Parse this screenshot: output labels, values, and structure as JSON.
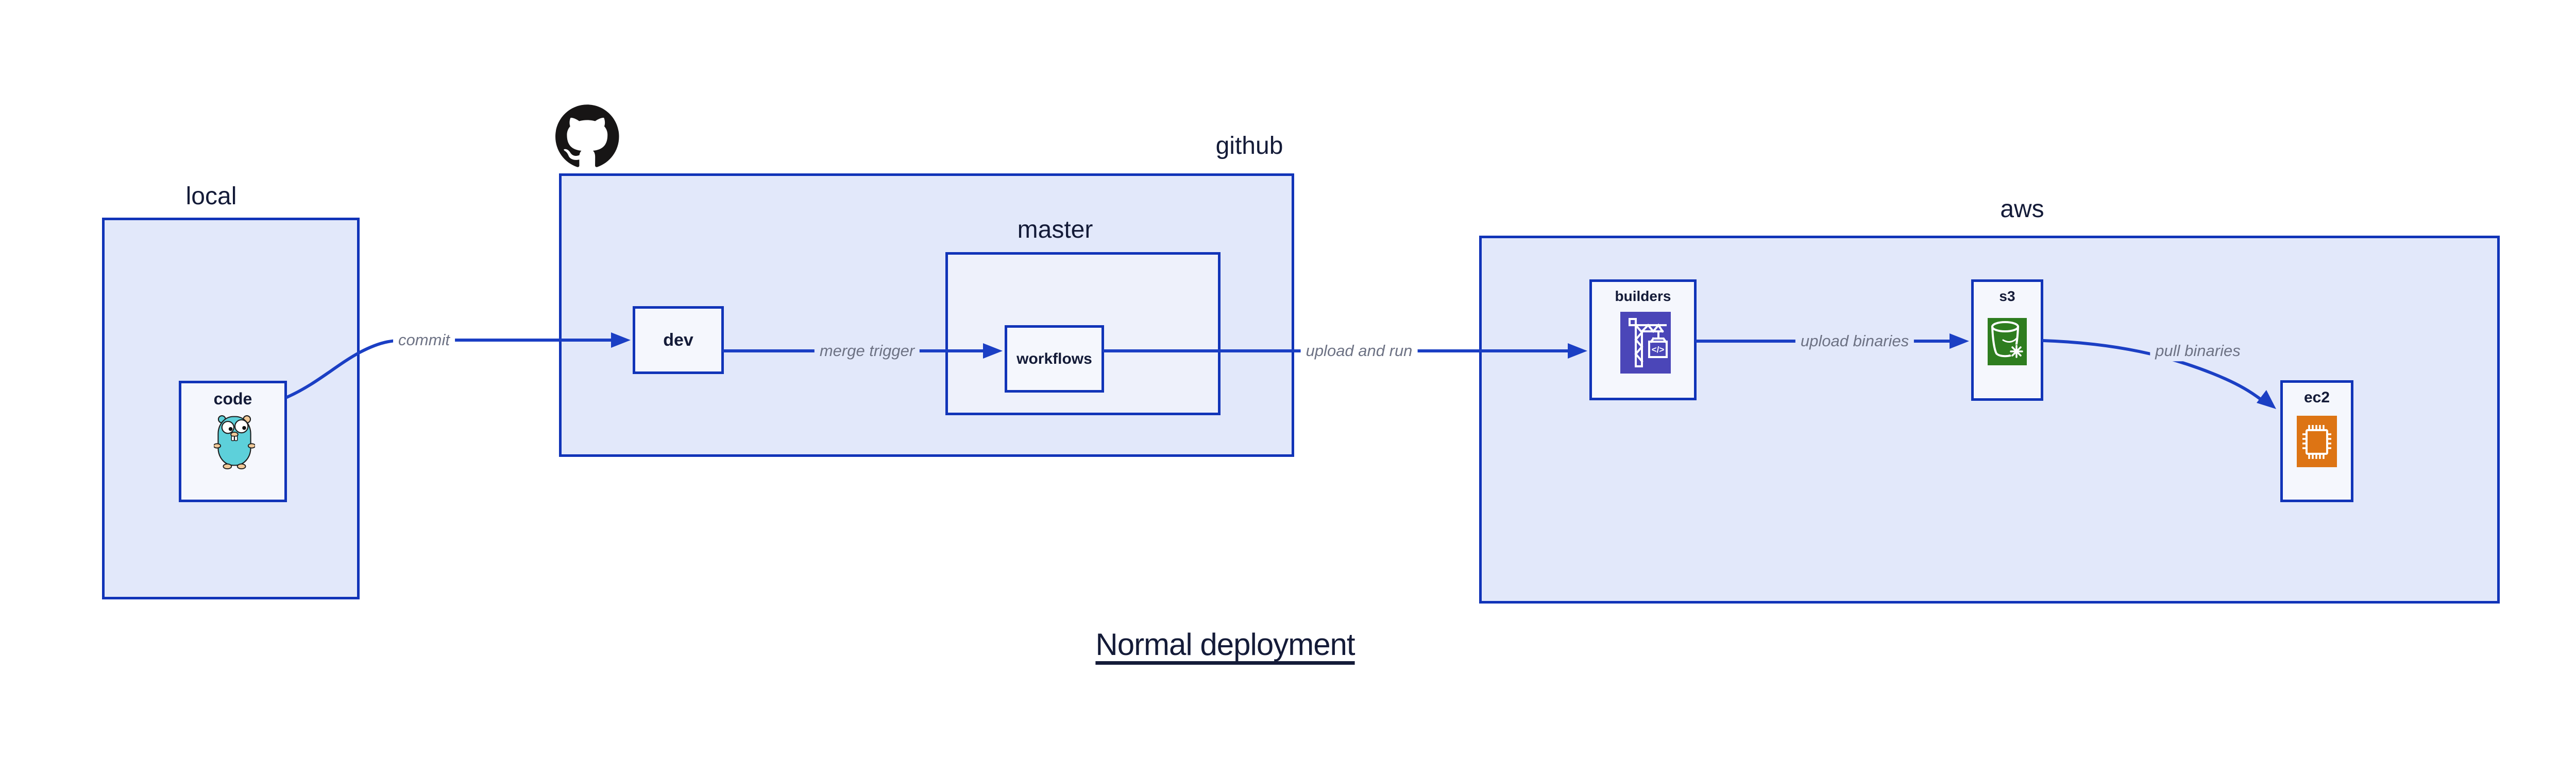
{
  "diagram": {
    "title": "Normal deployment",
    "groups": {
      "local": {
        "label": "local"
      },
      "github": {
        "label": "github"
      },
      "master": {
        "label": "master"
      },
      "aws": {
        "label": "aws"
      }
    },
    "nodes": {
      "code": {
        "label": "code",
        "icon": "go-gopher-icon"
      },
      "dev": {
        "label": "dev"
      },
      "workflows": {
        "label": "workflows"
      },
      "builders": {
        "label": "builders",
        "icon": "aws-codebuild-crane-icon"
      },
      "s3": {
        "label": "s3",
        "icon": "aws-s3-bucket-icon"
      },
      "ec2": {
        "label": "ec2",
        "icon": "aws-ec2-chip-icon"
      }
    },
    "edges": {
      "commit": {
        "label": "commit",
        "from": "code",
        "to": "dev"
      },
      "merge_trigger": {
        "label": "merge trigger",
        "from": "dev",
        "to": "workflows"
      },
      "upload_and_run": {
        "label": "upload and run",
        "from": "workflows",
        "to": "builders"
      },
      "upload_binaries": {
        "label": "upload binaries",
        "from": "builders",
        "to": "s3"
      },
      "pull_binaries": {
        "label": "pull binaries",
        "from": "s3",
        "to": "ec2"
      }
    },
    "logos": {
      "github_mark": "github-octocat-icon"
    },
    "colors": {
      "box_border": "#1134b8",
      "arrow": "#1b3fc4",
      "group_fill": "#e2e8fa",
      "master_fill": "#eef1fb",
      "node_fill": "#f5f7fd",
      "heading_text": "#141b38",
      "edge_label_text": "#6d7284",
      "github_logo": "#171515",
      "builders_icon_bg": "#4b46b8",
      "s3_icon_bg": "#2e7d1f",
      "ec2_icon_bg": "#dd7414",
      "gopher_body": "#5dd0da"
    }
  }
}
